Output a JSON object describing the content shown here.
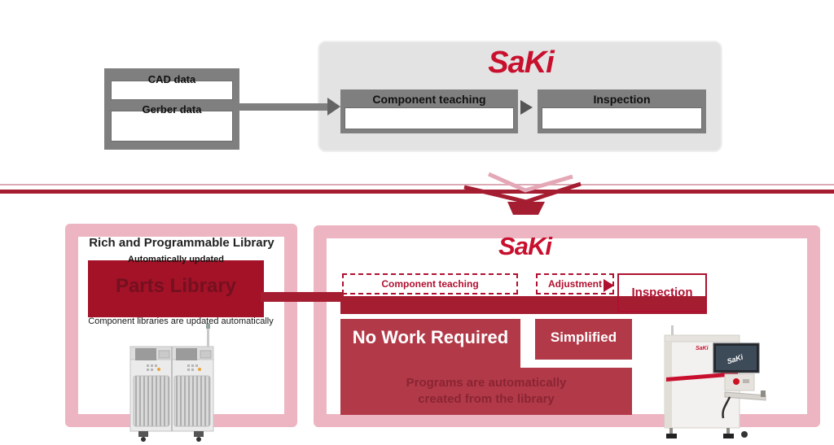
{
  "palette": {
    "brand_red": "#c8102e",
    "dark_red": "#a51d31",
    "crimson_overlay": "#b23a48",
    "pink_frame": "#edb5c2",
    "gray_box": "#7f7f7f",
    "light_panel": "#e3e3e3"
  },
  "top": {
    "inputs": {
      "row1": "CAD data",
      "row2": "Gerber data"
    },
    "saki": {
      "logo": "SaKi",
      "step1": "Component teaching",
      "step2": "Inspection"
    }
  },
  "bottom": {
    "library": {
      "title": "Rich and Programmable Library",
      "caption": "Automatically updated",
      "main": "Parts Library",
      "footnote": "Component libraries are updated automatically"
    },
    "saki": {
      "logo": "SaKi",
      "step1": "Component teaching",
      "step2": "Adjustment",
      "step3": "Inspection",
      "badge1": "No Work Required",
      "badge2": "Simplified",
      "note1": "Programs are automatically",
      "note2": "created from the library"
    },
    "machine_screen": "SaKi"
  }
}
